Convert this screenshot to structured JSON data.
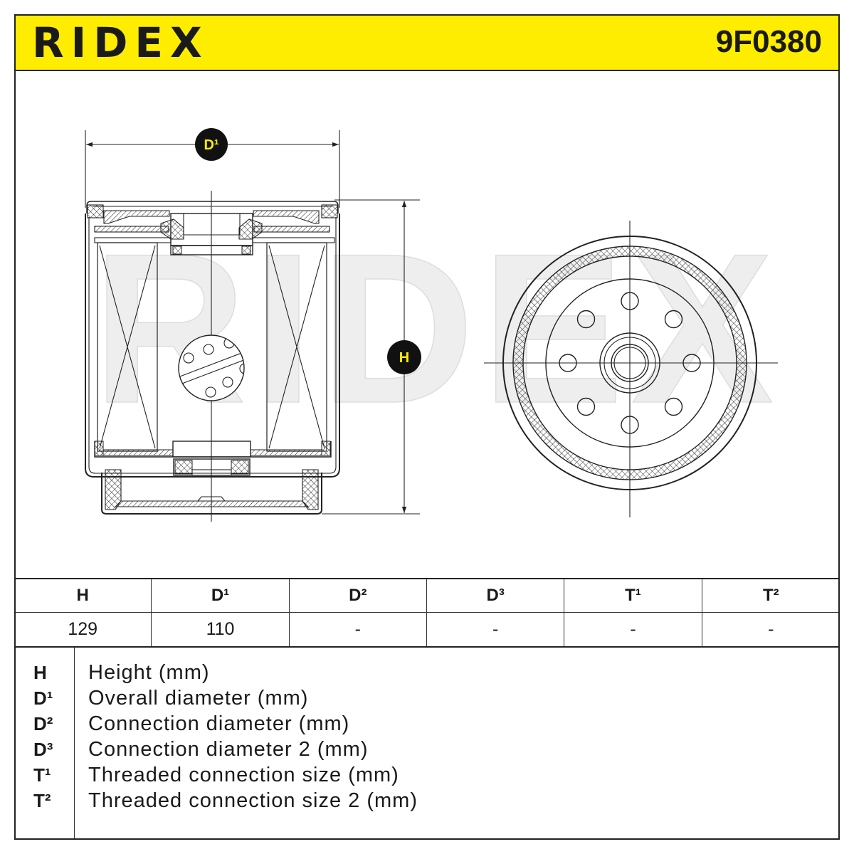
{
  "brand": {
    "logo_text": "RIDEX",
    "part_number": "9F0380"
  },
  "watermark": "RIDEX",
  "diagram": {
    "labels": {
      "overall_diameter": "D¹",
      "height": "H"
    }
  },
  "table": {
    "headers": [
      "H",
      "D¹",
      "D²",
      "D³",
      "T¹",
      "T²"
    ],
    "values": [
      "129",
      "110",
      "-",
      "-",
      "-",
      "-"
    ]
  },
  "legend": [
    {
      "symbol": "H",
      "description": "Height (mm)"
    },
    {
      "symbol": "D¹",
      "description": "Overall diameter (mm)"
    },
    {
      "symbol": "D²",
      "description": "Connection diameter (mm)"
    },
    {
      "symbol": "D³",
      "description": "Connection diameter 2 (mm)"
    },
    {
      "symbol": "T¹",
      "description": "Threaded connection size (mm)"
    },
    {
      "symbol": "T²",
      "description": "Threaded connection size 2 (mm)"
    }
  ],
  "colors": {
    "accent": "#FFED00",
    "ink": "#1A1A1A",
    "watermark": "#EEEEEE"
  }
}
